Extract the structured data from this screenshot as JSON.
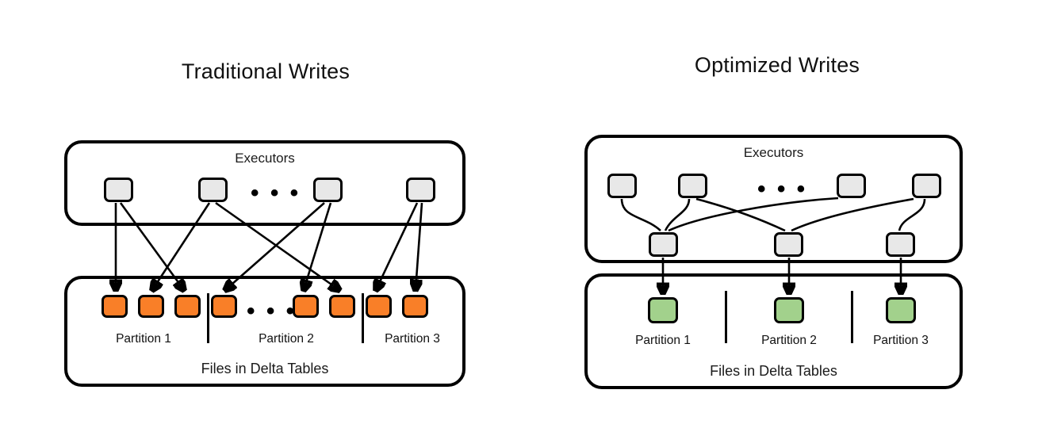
{
  "diagram": {
    "title_left": "Traditional Writes",
    "title_right": "Optimized Writes",
    "ellipsis_glyph": "• • •"
  },
  "left_panel": {
    "executors_label": "Executors",
    "storage_label": "Files in Delta Tables",
    "executor_nodes": [
      {
        "name": "executor-1"
      },
      {
        "name": "executor-2"
      },
      {
        "name": "executor-3"
      },
      {
        "name": "executor-4"
      }
    ],
    "file_nodes": [
      {
        "name": "file-1",
        "color": "#f97f28"
      },
      {
        "name": "file-2",
        "color": "#f97f28"
      },
      {
        "name": "file-3",
        "color": "#f97f28"
      },
      {
        "name": "file-4",
        "color": "#f97f28"
      },
      {
        "name": "file-5",
        "color": "#f97f28"
      },
      {
        "name": "file-6",
        "color": "#f97f28"
      },
      {
        "name": "file-7",
        "color": "#f97f28"
      },
      {
        "name": "file-8",
        "color": "#f97f28"
      }
    ],
    "partitions": [
      {
        "label": "Partition 1"
      },
      {
        "label": "Partition 2"
      },
      {
        "label": "Partition 3"
      }
    ]
  },
  "right_panel": {
    "executors_label": "Executors",
    "storage_label": "Files in Delta Tables",
    "executor_nodes": [
      {
        "name": "executor-1"
      },
      {
        "name": "executor-2"
      },
      {
        "name": "executor-3"
      },
      {
        "name": "executor-4"
      }
    ],
    "shuffle_nodes": [
      {
        "name": "shuffle-writer-1"
      },
      {
        "name": "shuffle-writer-2"
      },
      {
        "name": "shuffle-writer-3"
      }
    ],
    "file_nodes": [
      {
        "name": "file-1",
        "color": "#a2d18c"
      },
      {
        "name": "file-2",
        "color": "#a2d18c"
      },
      {
        "name": "file-3",
        "color": "#a2d18c"
      }
    ],
    "partitions": [
      {
        "label": "Partition 1"
      },
      {
        "label": "Partition 2"
      },
      {
        "label": "Partition 3"
      }
    ]
  },
  "colors": {
    "orange_file": "#f97f28",
    "green_file": "#a2d18c",
    "executor_node": "#e8e8e8",
    "stroke": "#000000"
  }
}
